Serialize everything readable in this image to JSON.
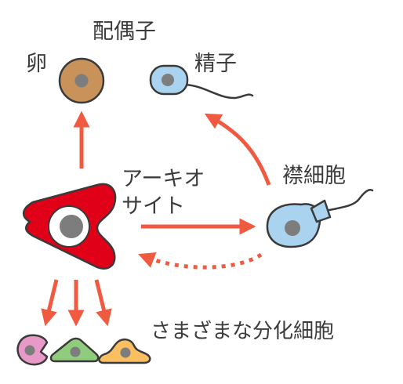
{
  "labels": {
    "gamete": "配偶子",
    "egg": "卵",
    "sperm": "精子",
    "archaeocyte_line1": "アーキオ",
    "archaeocyte_line2": "サイト",
    "choanocyte": "襟細胞",
    "differentiated": "さまざまな分化細胞"
  },
  "colors": {
    "arrow": "#f05a40",
    "archaeocyte": "#e00018",
    "egg": "#c8925a",
    "choanocyte": "#a9d3ef",
    "pink_cell": "#e79ac7",
    "green_cell": "#8fcd7c",
    "orange_cell": "#fbbf62",
    "nucleus": "#7d7d7d"
  },
  "icons": [
    "egg-icon",
    "sperm-icon",
    "archaeocyte-icon",
    "choanocyte-icon",
    "pink-cell-icon",
    "green-cell-icon",
    "orange-cell-icon"
  ]
}
